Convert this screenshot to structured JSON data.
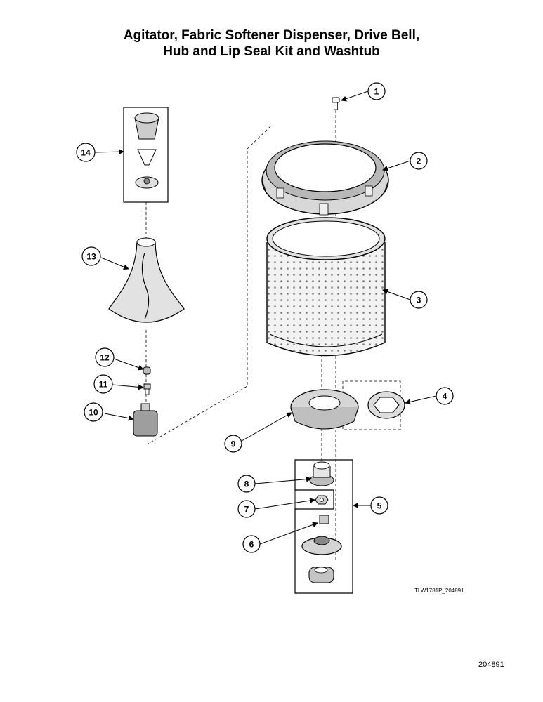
{
  "title": {
    "line1": "Agitator, Fabric Softener Dispenser, Drive Bell,",
    "line2": "Hub and Lip Seal Kit and Washtub"
  },
  "callouts": [
    "1",
    "2",
    "3",
    "4",
    "5",
    "6",
    "7",
    "8",
    "9",
    "10",
    "11",
    "12",
    "13",
    "14"
  ],
  "reference_code": "TLW1781P_204891",
  "page_number": "204891"
}
